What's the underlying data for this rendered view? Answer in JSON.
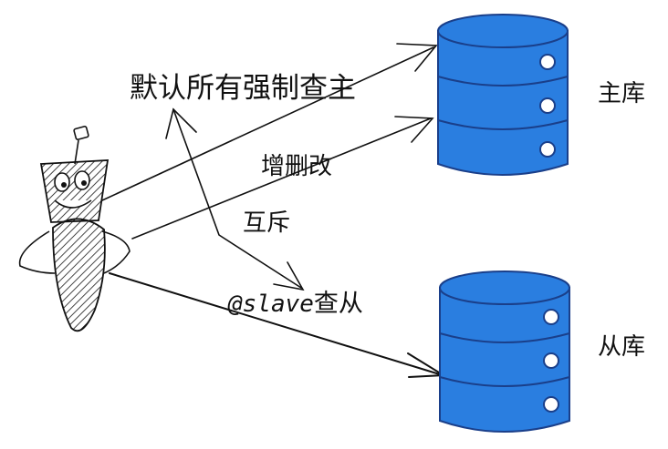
{
  "labels": {
    "default_master": "默认所有强制查主",
    "crud": "增删改",
    "mutex": "互斥",
    "slave_annotation": "@slave",
    "slave_query_suffix": "查从",
    "master_db": "主库",
    "slave_db": "从库"
  },
  "colors": {
    "database_fill": "#2a7ee0",
    "database_stroke": "#1a3f8a",
    "ink": "#111111",
    "background": "#ffffff"
  },
  "icons": {
    "robot": "robot-figure-icon",
    "database": "database-cylinder-icon"
  }
}
